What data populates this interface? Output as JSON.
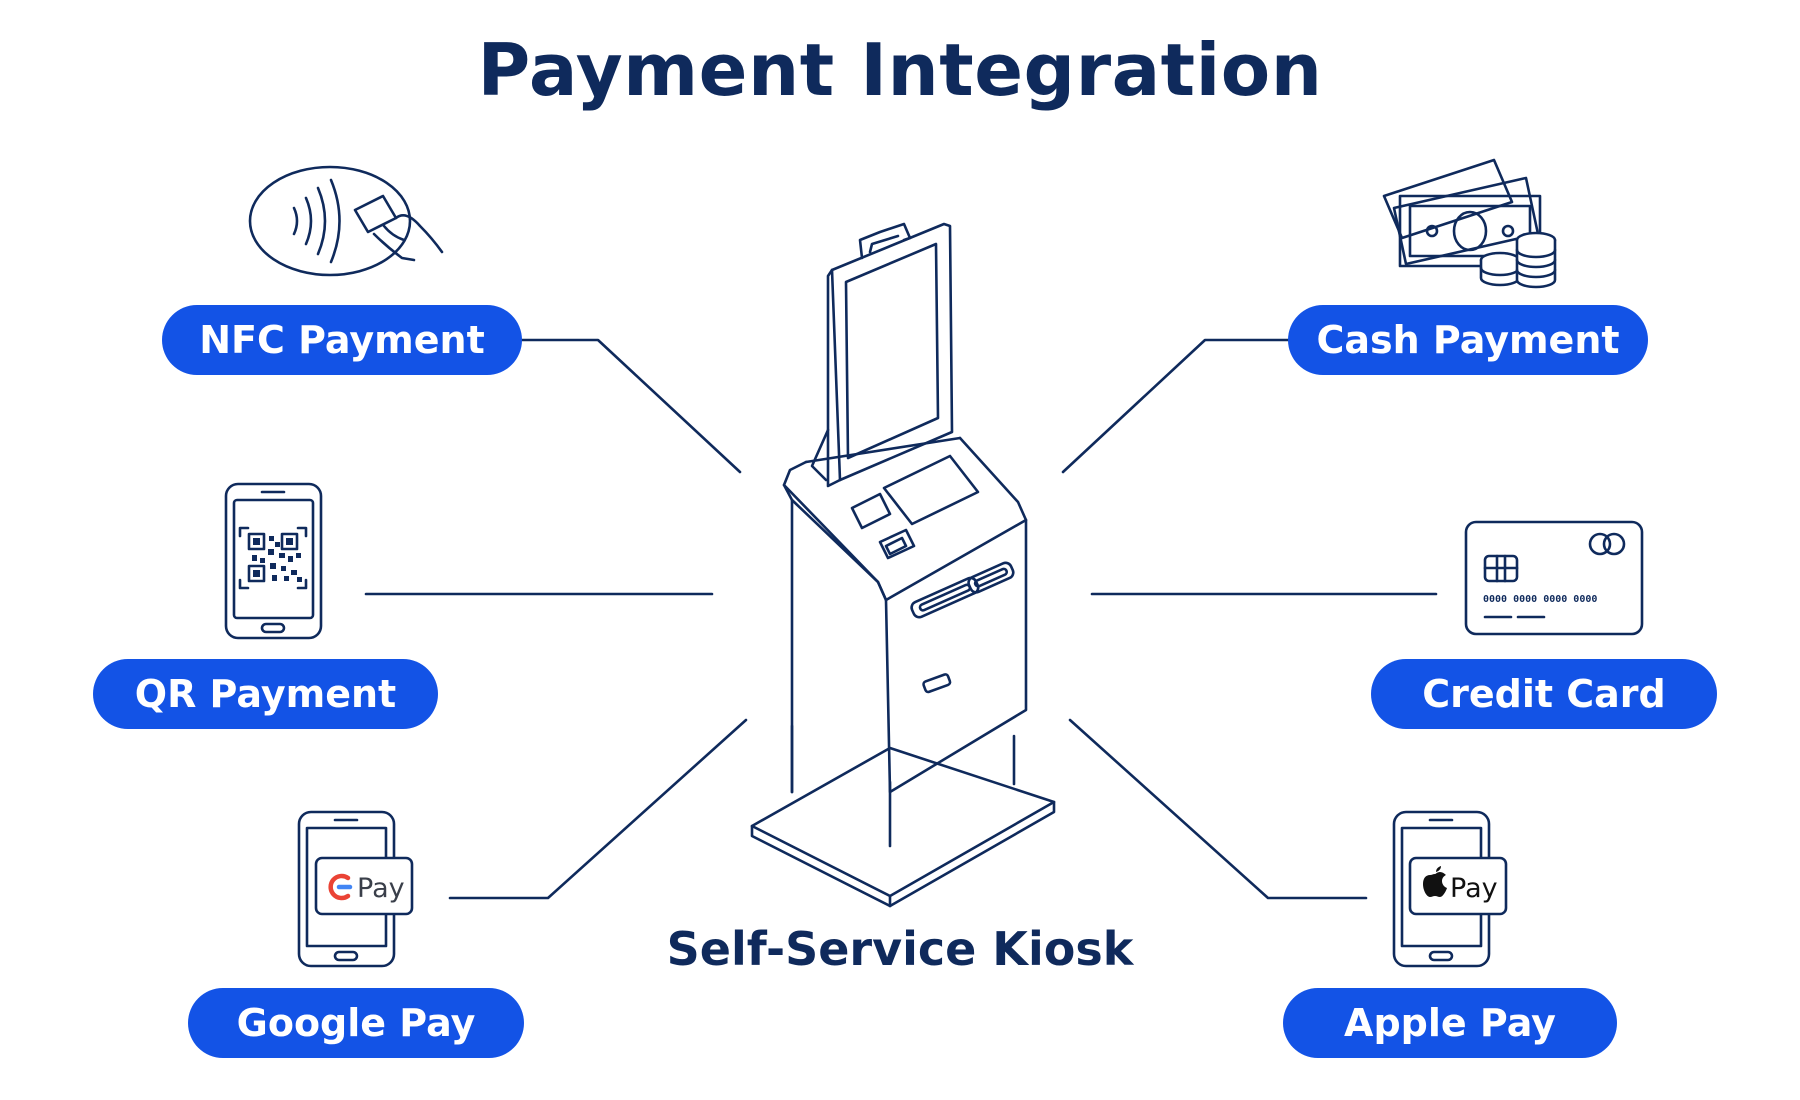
{
  "title": "Payment Integration",
  "center_label": "Self-Service Kiosk",
  "methods": {
    "nfc": {
      "label": "NFC Payment",
      "icon": "nfc-tap-icon"
    },
    "qr": {
      "label": "QR Payment",
      "icon": "qr-phone-icon"
    },
    "google": {
      "label": "Google Pay",
      "icon": "google-pay-phone-icon",
      "badge_text": "Pay"
    },
    "cash": {
      "label": "Cash Payment",
      "icon": "cash-coins-icon"
    },
    "credit": {
      "label": "Credit Card",
      "icon": "credit-card-icon",
      "card_digits": "0000  0000  0000  0000"
    },
    "apple": {
      "label": "Apple Pay",
      "icon": "apple-pay-phone-icon",
      "badge_text": "Pay"
    }
  },
  "colors": {
    "accent": "#1353e6",
    "ink": "#0f2a5c",
    "pill_text": "#ffffff"
  }
}
